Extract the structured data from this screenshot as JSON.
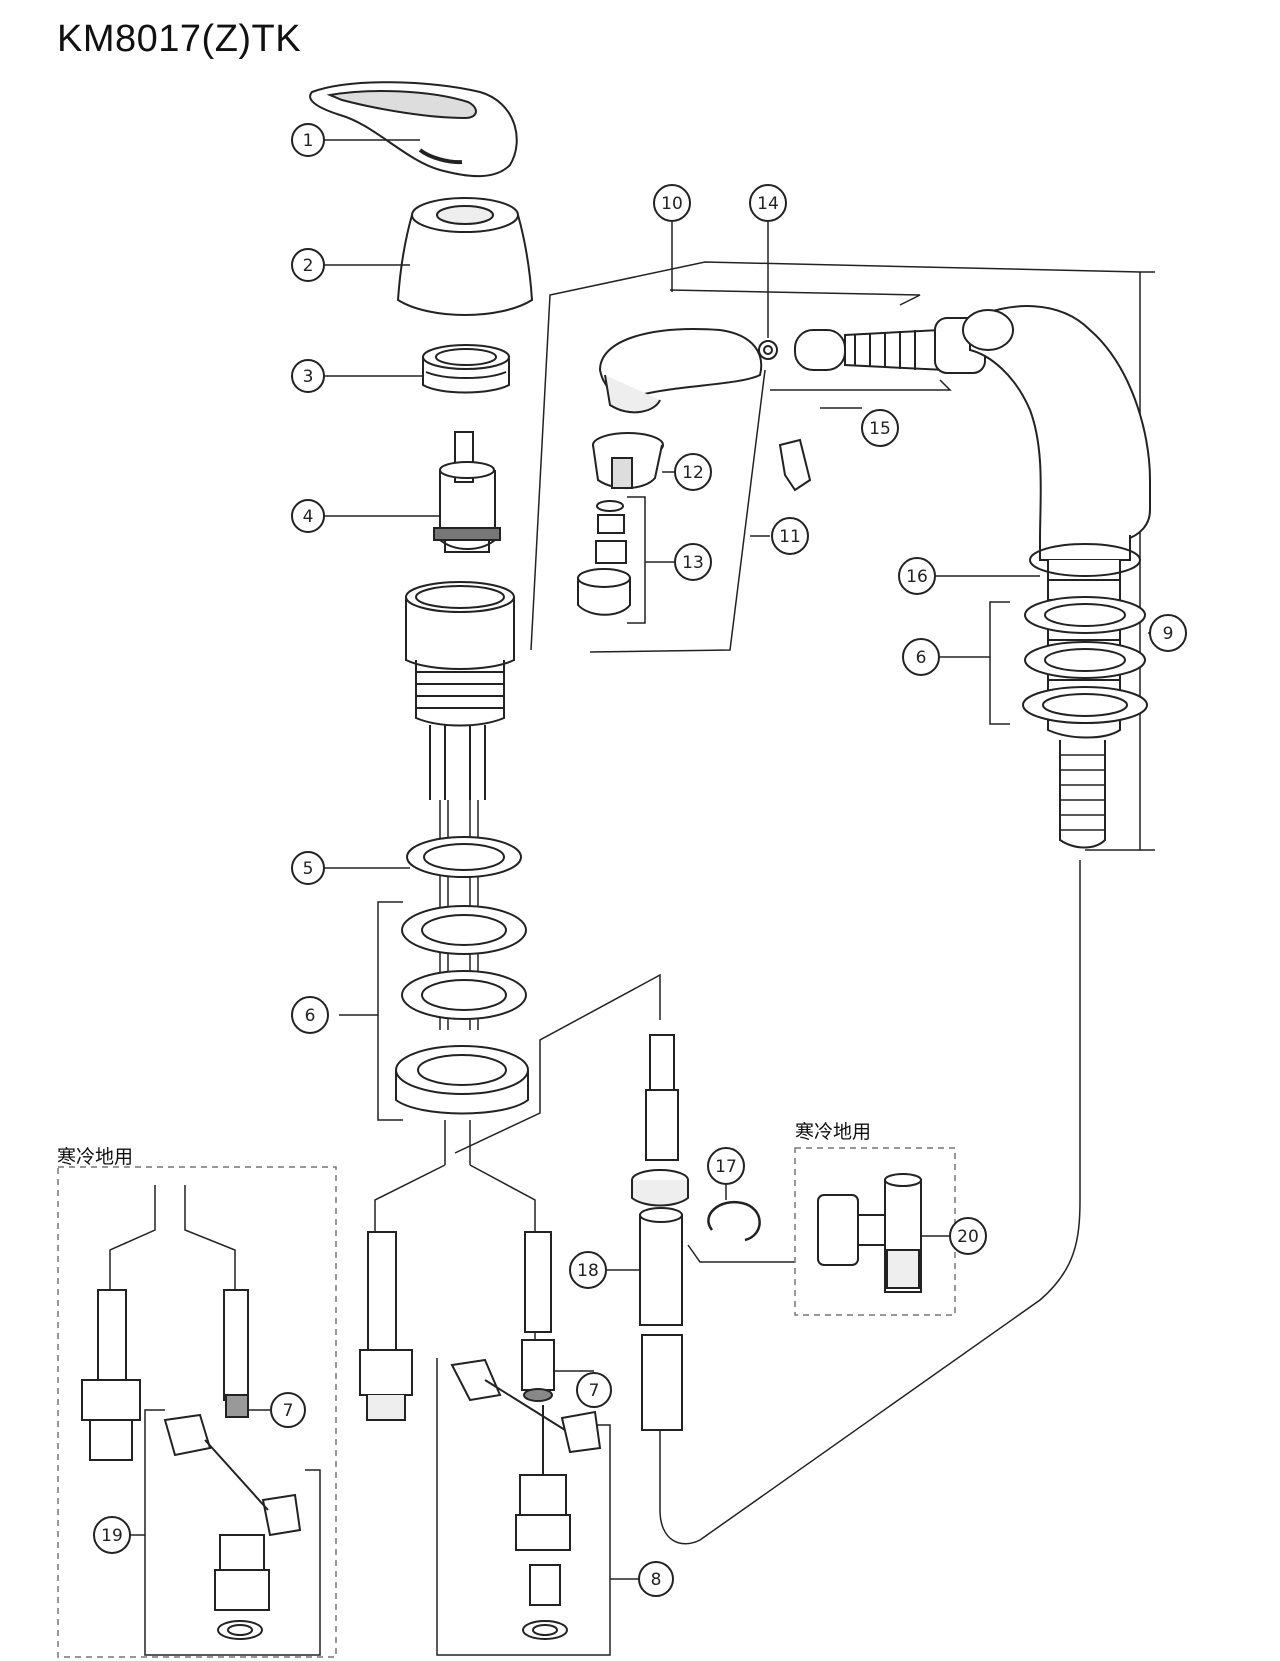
{
  "title": "KM8017(Z)TK",
  "notes": {
    "cold_region_left": "寒冷地用",
    "cold_region_right": "寒冷地用"
  },
  "callouts": {
    "c1": "1",
    "c2": "2",
    "c3": "3",
    "c4": "4",
    "c5": "5",
    "c6a": "6",
    "c6b": "6",
    "c7a": "7",
    "c7b": "7",
    "c8": "8",
    "c9": "9",
    "c10": "10",
    "c11": "11",
    "c12": "12",
    "c13": "13",
    "c14": "14",
    "c15": "15",
    "c16": "16",
    "c17": "17",
    "c18": "18",
    "c19": "19",
    "c20": "20"
  },
  "colors": {
    "line": "#222222",
    "dash": "#777777",
    "shade": "#cfcfcf"
  }
}
